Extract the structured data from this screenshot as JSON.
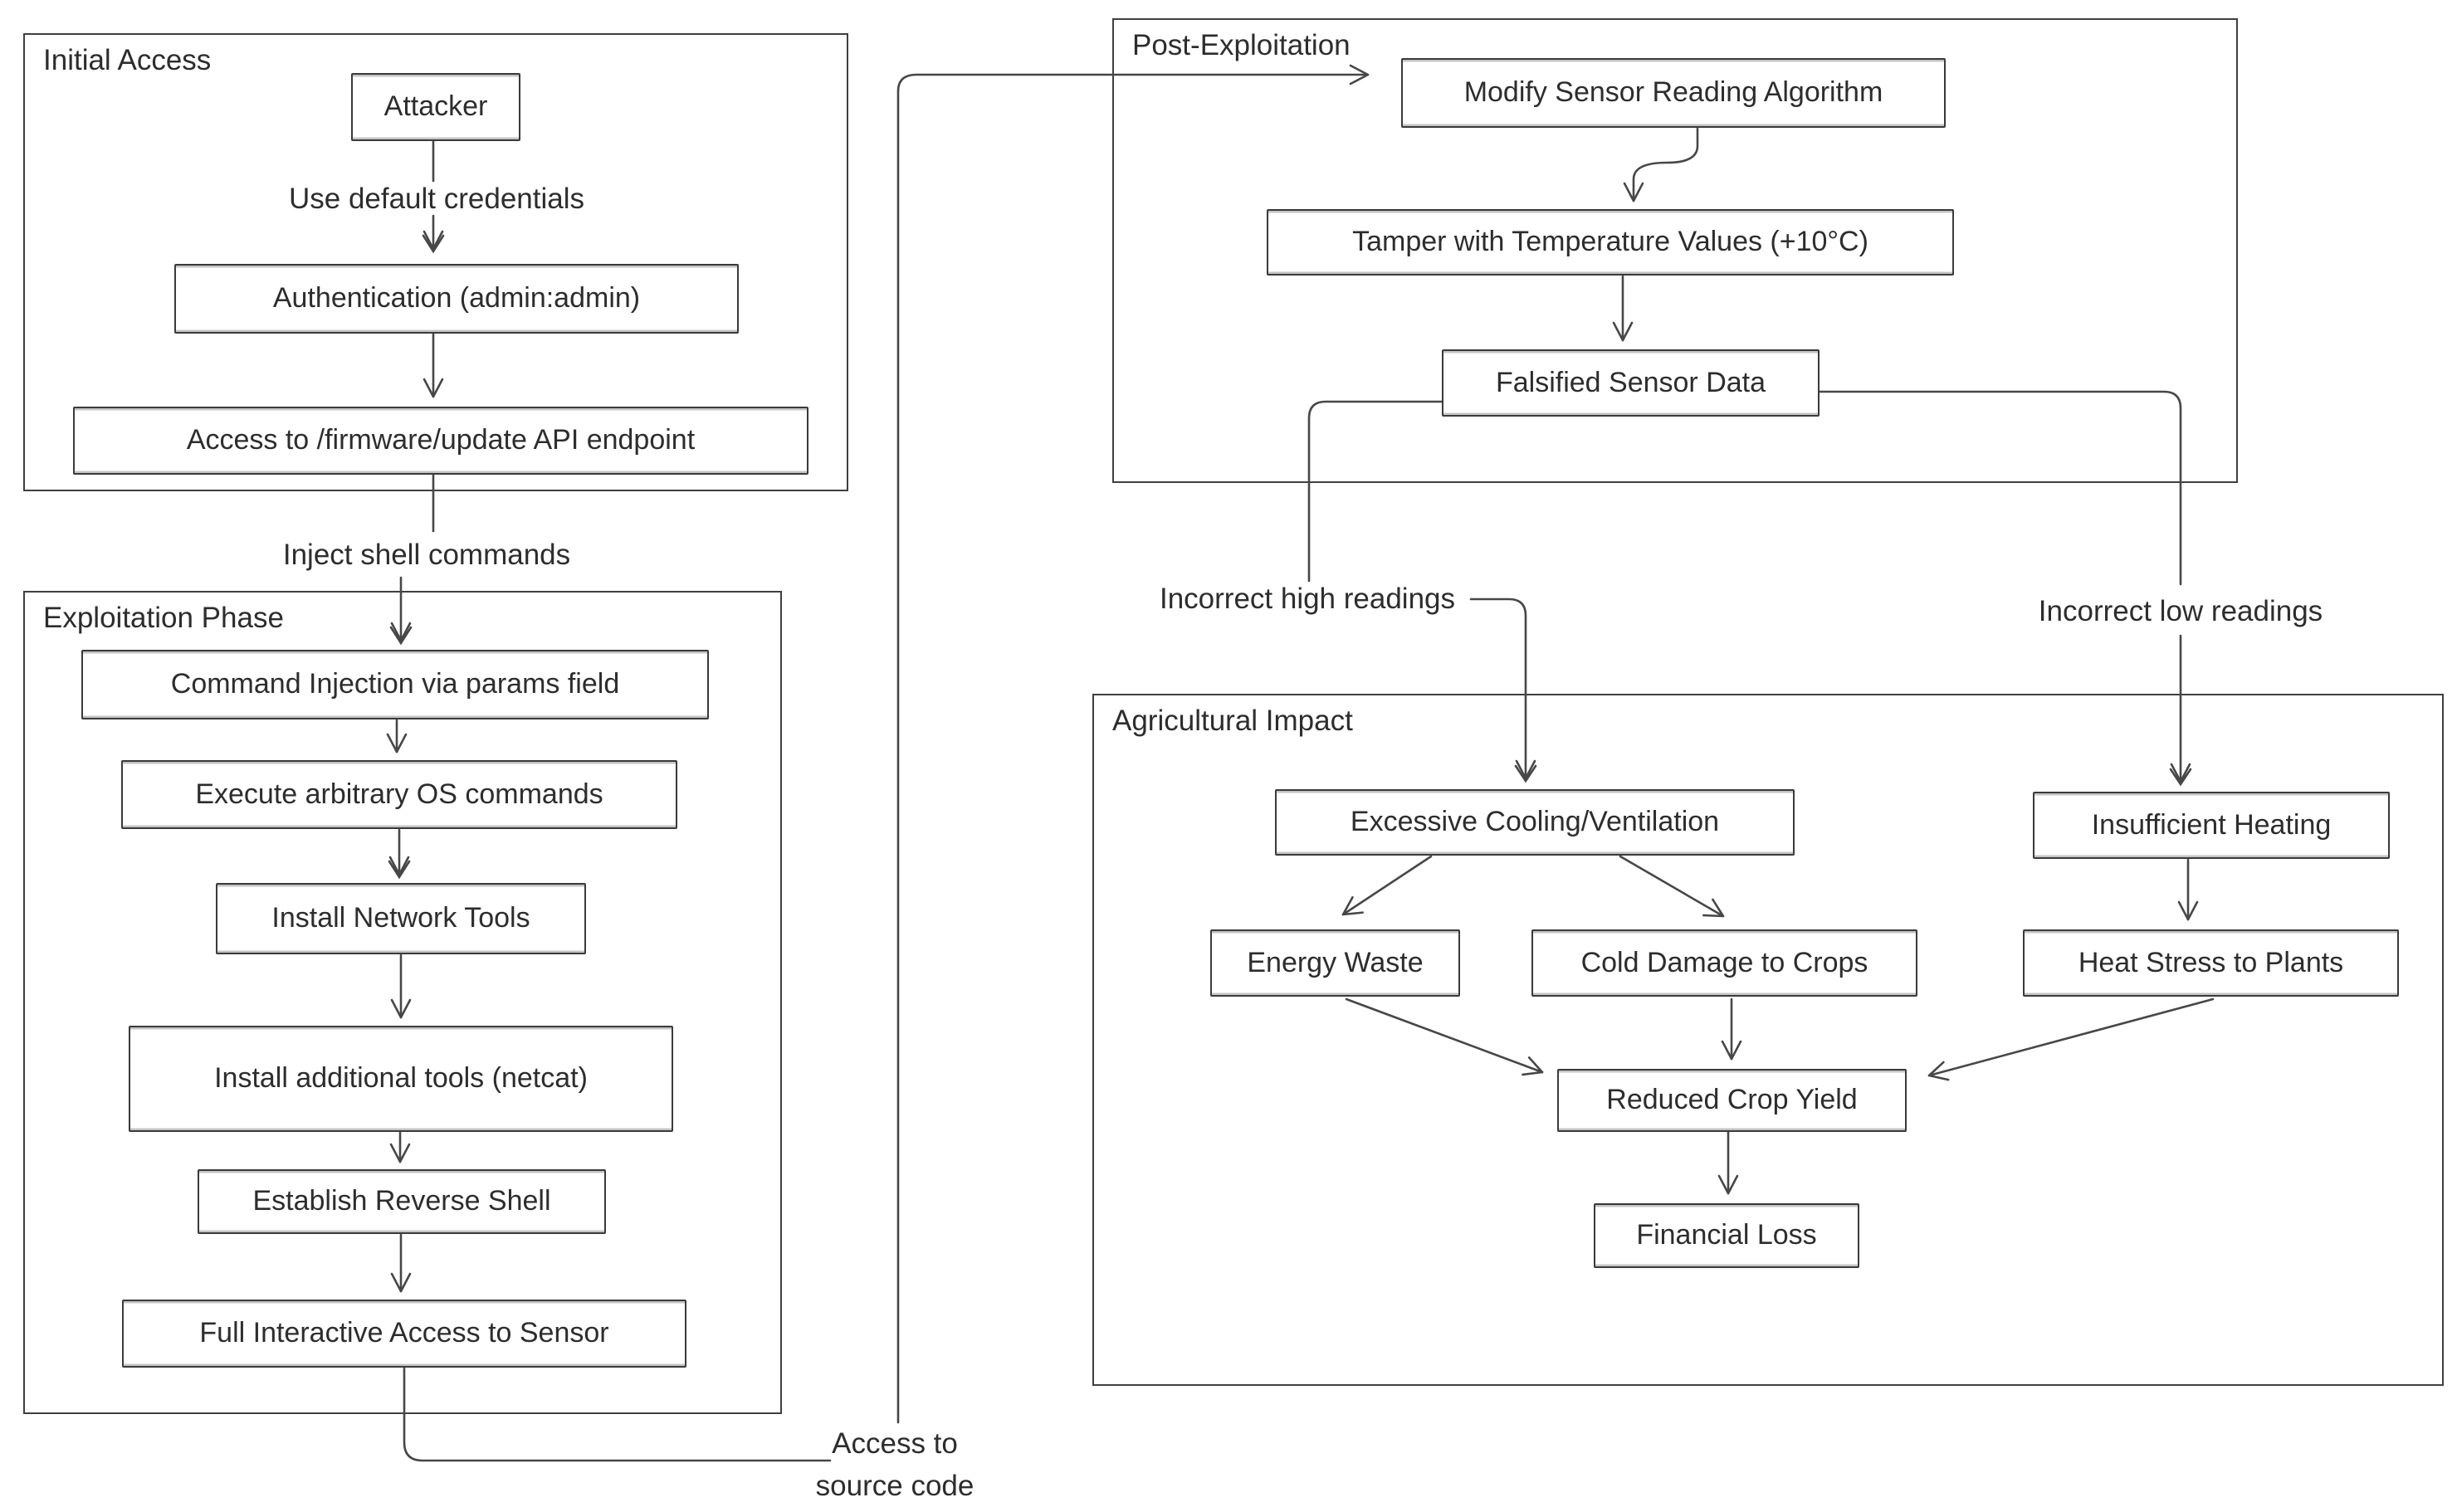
{
  "diagram": {
    "background_color": "#ffffff",
    "stroke_color": "#474747",
    "text_color": "#2d2d2d"
  },
  "groups": {
    "initial_access": {
      "title": "Initial Access"
    },
    "exploitation": {
      "title": "Exploitation Phase"
    },
    "post_exploitation": {
      "title": "Post-Exploitation"
    },
    "agricultural": {
      "title": "Agricultural Impact"
    }
  },
  "nodes": {
    "attacker": {
      "label": "Attacker"
    },
    "auth": {
      "label": "Authentication (admin:admin)"
    },
    "api_endpoint": {
      "label": "Access to /firmware/update API endpoint"
    },
    "command_injection": {
      "label": "Command Injection via params field"
    },
    "execute_os": {
      "label": "Execute arbitrary OS commands"
    },
    "install_network": {
      "label": "Install Network Tools"
    },
    "install_additional": {
      "label": "Install additional tools (netcat)"
    },
    "reverse_shell": {
      "label": "Establish Reverse Shell"
    },
    "full_access": {
      "label": "Full Interactive Access to Sensor"
    },
    "modify_algorithm": {
      "label": "Modify Sensor Reading Algorithm"
    },
    "tamper_values": {
      "label": "Tamper with Temperature Values (+10°C)"
    },
    "falsified_data": {
      "label": "Falsified Sensor Data"
    },
    "excessive_cooling": {
      "label": "Excessive Cooling/Ventilation"
    },
    "insufficient_heating": {
      "label": "Insufficient Heating"
    },
    "energy_waste": {
      "label": "Energy Waste"
    },
    "cold_damage": {
      "label": "Cold Damage to Crops"
    },
    "heat_stress": {
      "label": "Heat Stress to Plants"
    },
    "reduced_yield": {
      "label": "Reduced Crop Yield"
    },
    "financial_loss": {
      "label": "Financial Loss"
    }
  },
  "edge_labels": {
    "use_default_credentials": "Use default credentials",
    "inject_shell_commands": "Inject shell commands",
    "access_source_line1": "Access to",
    "access_source_line2": "source code",
    "incorrect_high": "Incorrect high readings",
    "incorrect_low": "Incorrect low readings"
  }
}
